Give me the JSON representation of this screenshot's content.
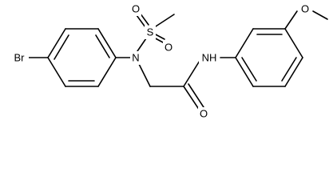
{
  "structure": {
    "atoms": {
      "br": "Br",
      "s": "S",
      "o_sulfonyl_1": "O",
      "o_sulfonyl_2": "O",
      "n_sulfonamide": "N",
      "nh_amide": "NH",
      "o_carbonyl": "O",
      "o_methoxy": "O"
    }
  },
  "colors": {
    "bond": "#000000",
    "label": "#000000",
    "background": "#ffffff"
  }
}
